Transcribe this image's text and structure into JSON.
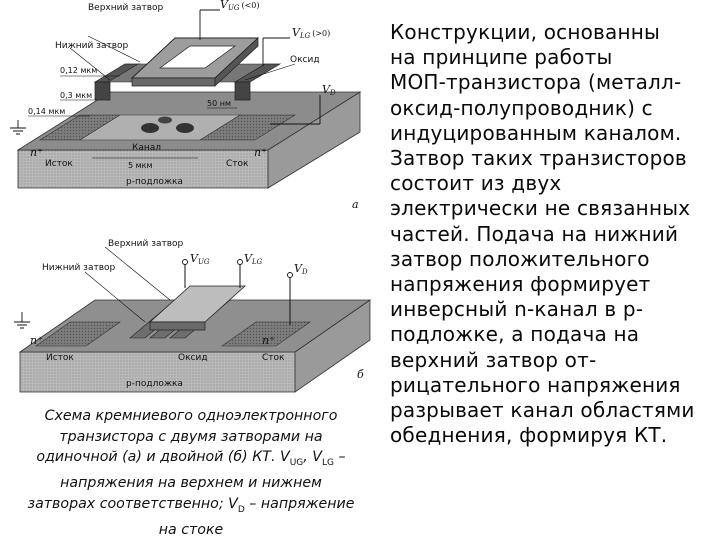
{
  "figure": {
    "a": {
      "letter": "а",
      "labels": {
        "top_gate": "Верхний затвор",
        "bottom_gate": "Нижний затвор",
        "oxide": "Оксид",
        "vug": "V",
        "vug_sub": "UG",
        "vug_cond": "(<0)",
        "vlg": "V",
        "vlg_sub": "LG",
        "vlg_cond": "(>0)",
        "vd": "V",
        "vd_sub": "D",
        "dim_012": "0,12 мкм",
        "dim_03": "0,3 мкм",
        "dim_014": "0,14 мкм",
        "dim_50nm": "50 нм",
        "dim_5um": "5 мкм",
        "source": "Исток",
        "drain": "Сток",
        "channel": "Канал",
        "substrate": "p-подложка",
        "nplus_l": "n⁺",
        "nplus_r": "n⁺"
      }
    },
    "b": {
      "letter": "б",
      "labels": {
        "top_gate": "Верхний затвор",
        "bottom_gate": "Нижний затвор",
        "vug": "V",
        "vug_sub": "UG",
        "vlg": "V",
        "vlg_sub": "LG",
        "vd": "V",
        "vd_sub": "D",
        "source": "Исток",
        "drain": "Сток",
        "oxide": "Оксид",
        "substrate": "p-подложка",
        "nplus_l": "n⁺",
        "nplus_r": "n⁺"
      }
    }
  },
  "caption": {
    "line1": "Схема кремниевого одноэлектронного",
    "line2": "транзистора с двумя затворами на",
    "line3_pre": "одиночной (а) и двойной (б) КТ. V",
    "line3_sub1": "UG",
    "line3_mid": ", V",
    "line3_sub2": "LG",
    "line3_post": " –",
    "line4": "напряжения на верхнем и нижнем",
    "line5_pre": "затворах соответственно; V",
    "line5_sub": "D",
    "line5_post": " – напряжение",
    "line6": "на стоке"
  },
  "body_text": {
    "lines": [
      "Конструкции, основанны",
      "на принципе работы",
      "МОП-транзистора (металл-",
      "оксид-полупроводник) с",
      "индуцированным каналом.",
      "Затвор таких транзисторов",
      "состоит из двух",
      "электрически не связанных",
      "частей. Подача на нижний",
      "затвор положительного",
      "напряжения формирует",
      "инверсный n-канал в p-",
      "подложке, а подача на",
      "верхний затвор от-",
      "рицательного напряжения",
      "разрывает канал областями",
      "обеднения, формируя КТ."
    ]
  }
}
